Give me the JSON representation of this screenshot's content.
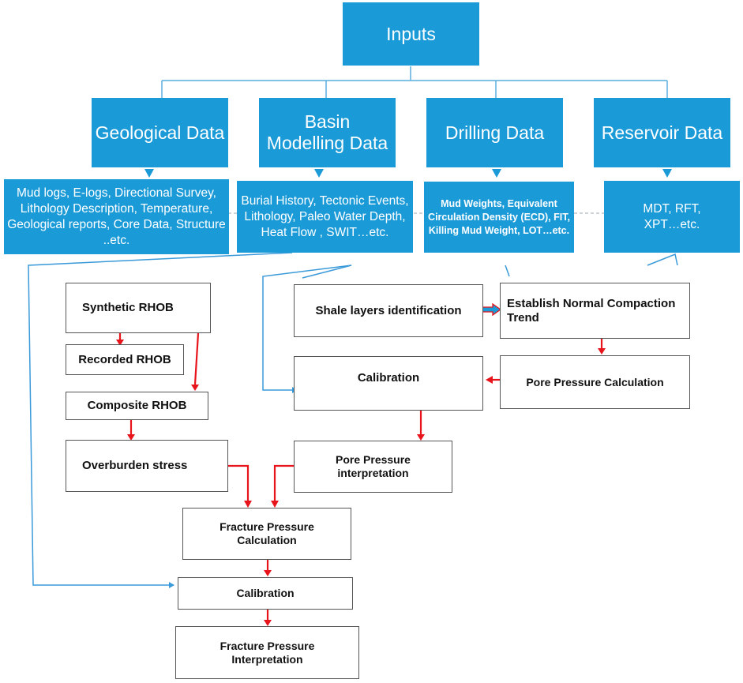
{
  "inputs": "Inputs",
  "categories": {
    "geological": "Geological Data",
    "basin": "Basin\nModelling Data",
    "drilling": "Drilling Data",
    "reservoir": "Reservoir Data"
  },
  "details": {
    "geological": "Mud logs, E-logs, Directional Survey, Lithology Description, Temperature, Geological reports, Core Data, Structure ..etc.",
    "basin": "Burial History, Tectonic Events, Lithology, Paleo Water Depth, Heat Flow , SWIT…etc.",
    "drilling": "Mud Weights, Equivalent Circulation Density (ECD), FIT, Killing Mud Weight, LOT…etc.",
    "reservoir": "MDT, RFT,\nXPT…etc."
  },
  "steps": {
    "synthetic_rhob": "Synthetic RHOB",
    "recorded_rhob": "Recorded RHOB",
    "composite_rhob": "Composite RHOB",
    "overburden": "Overburden stress",
    "shale": "Shale layers identification",
    "nct": "Establish Normal Compaction Trend",
    "calibration_pp": "Calibration",
    "pp_calc": "Pore Pressure Calculation",
    "pp_interp": "Pore Pressure\ninterpretation",
    "fp_calc": "Fracture Pressure\nCalculation",
    "calibration_fp": "Calibration",
    "fp_interp": "Fracture Pressure\nInterpretation"
  },
  "colors": {
    "box_blue": "#1b9ad8",
    "connector_blue": "#5aaee0",
    "arrow_red": "#e8141c",
    "outline": "#555555"
  }
}
